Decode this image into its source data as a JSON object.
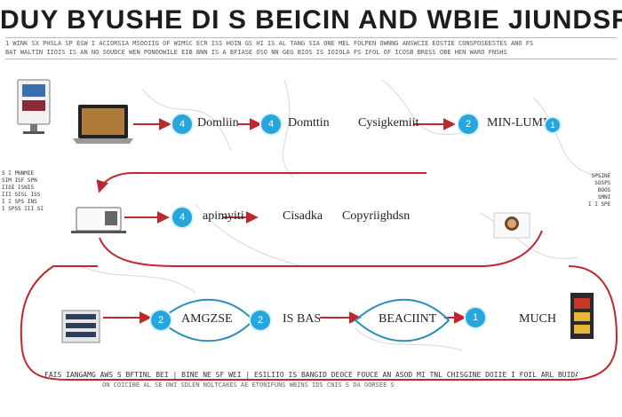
{
  "title": "DUY BYUSHE DI S BEICIN AND WBIE JIUNDSR RIVOS",
  "subtitle_lines": [
    "1 WINK SX PHSLA SP ESW I ACIORSIA MSOOIIG OF WIMSC ECR ISS HOIN GS HI IS AL TANG SIA ONE MEL FOLPEN OWNNG ANSWCIE EOSTIE CONSPOSEESTES ANO FS",
    "BAT WALTIN IIOIS IS AN NO SOUDCE WEN PONOOWILE EIB BNN IS A BFIASE OSO NN GEG BIOS IS IOIOLA FS IFOL OF ICOSB BRESS OBE HEN WARO FNSHS"
  ],
  "nodes": {
    "row1": [
      {
        "badge": "4",
        "label": "Domliin"
      },
      {
        "badge": "4",
        "label": "Domttin"
      },
      {
        "badge": "",
        "label": "Cysigkemiit"
      },
      {
        "badge": "2",
        "label": "MIN-LUMN"
      },
      {
        "badge": "1",
        "label": ""
      }
    ],
    "row2": [
      {
        "badge": "4",
        "label": "apimyiti"
      },
      {
        "badge": "",
        "label": "Cisadka"
      },
      {
        "badge": "",
        "label": "Copyriighdsn"
      }
    ],
    "row3": [
      {
        "badge": "2",
        "label": "AMGZSE"
      },
      {
        "badge": "2",
        "label": "IS BAS"
      },
      {
        "badge": "",
        "label": "BEACIINT"
      },
      {
        "badge": "1",
        "label": "MUCH"
      }
    ]
  },
  "side_notes": {
    "left": [
      "S I PNNMIE",
      "SIM ISF SPN",
      "IIOI ISNIS",
      "III SISL ISS",
      "I I SPS INS",
      "I SPSS III SI"
    ],
    "right": [
      "SPSINE",
      "SOSPS",
      "BOOS",
      "SMNI",
      "I I SPE"
    ]
  },
  "footer": [
    "FAIS IANGAMG AWS S BFTINL BEI | BINE NE SF WEI | ESILIIO IS BANGID DEOCE FOUCE AN ASOD MI TNL CHISGINE DOIIE I FOIL ARL BUIDA EOLGED CEWSSTER",
    "ON COICIBE AL SE OWI SDLEN NOLTCAKES AE ETONIFUNS WBINS IDS CNIS S DA OORSEE S"
  ],
  "colors": {
    "arrow": "#c0262d",
    "badge": "#26a6dc",
    "ring": "#2a8fb8",
    "rule": "#bbbbbb"
  }
}
